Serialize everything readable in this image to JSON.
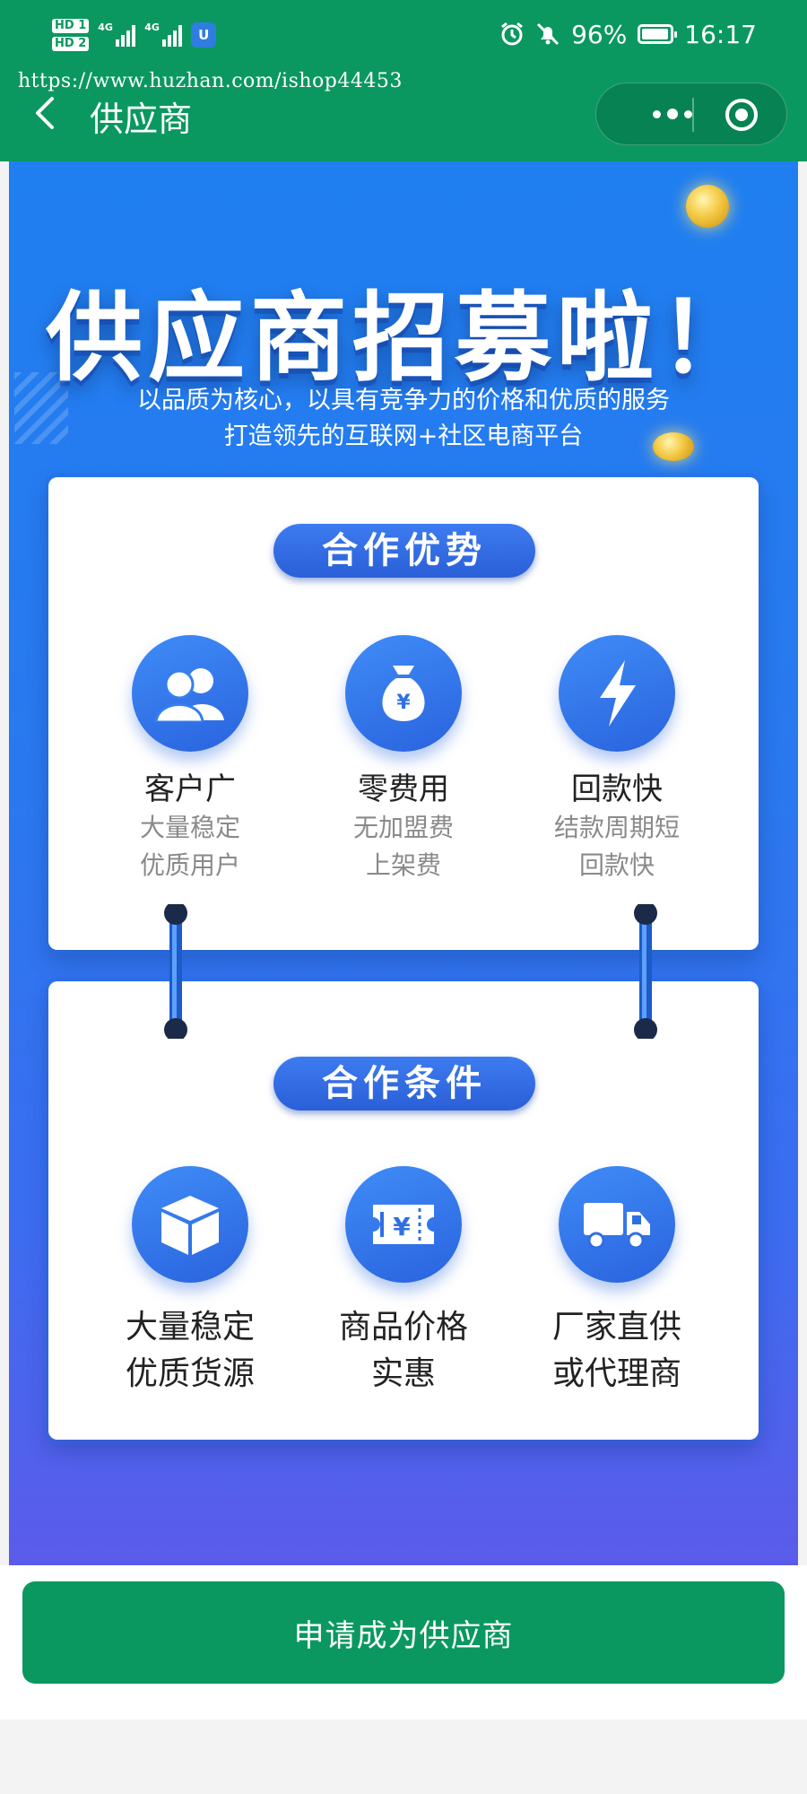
{
  "status_bar": {
    "hd1": "HD 1",
    "hd2": "HD 2",
    "net1": "4G",
    "net2": "4G",
    "battery_percent": "96%",
    "battery_level": 0.96,
    "time": "16:17",
    "icons": [
      "alarm-icon",
      "mute-icon",
      "shield-icon"
    ]
  },
  "watermark_url": "https://www.huzhan.com/ishop44453",
  "nav": {
    "title": "供应商"
  },
  "banner": {
    "headline": "供应商招募啦！",
    "subtitle_line1": "以品质为核心，以具有竞争力的价格和优质的服务",
    "subtitle_line2": "打造领先的互联网+社区电商平台",
    "advantages": {
      "title": "合作优势",
      "items": [
        {
          "icon": "users-icon",
          "title": "客户广",
          "line1": "大量稳定",
          "line2": "优质用户"
        },
        {
          "icon": "money-bag-icon",
          "title": "零费用",
          "line1": "无加盟费",
          "line2": "上架费"
        },
        {
          "icon": "lightning-icon",
          "title": "回款快",
          "line1": "结款周期短",
          "line2": "回款快"
        }
      ]
    },
    "conditions": {
      "title": "合作条件",
      "items": [
        {
          "icon": "box-icon",
          "line1": "大量稳定",
          "line2": "优质货源"
        },
        {
          "icon": "ticket-icon",
          "line1": "商品价格",
          "line2": "实惠"
        },
        {
          "icon": "truck-icon",
          "line1": "厂家直供",
          "line2": "或代理商"
        }
      ]
    }
  },
  "apply_button": {
    "label": "申请成为供应商"
  },
  "colors": {
    "brand_green": "#0a9860",
    "banner_blue": "#2a78ef",
    "icon_blue": "#3a7ef0"
  }
}
